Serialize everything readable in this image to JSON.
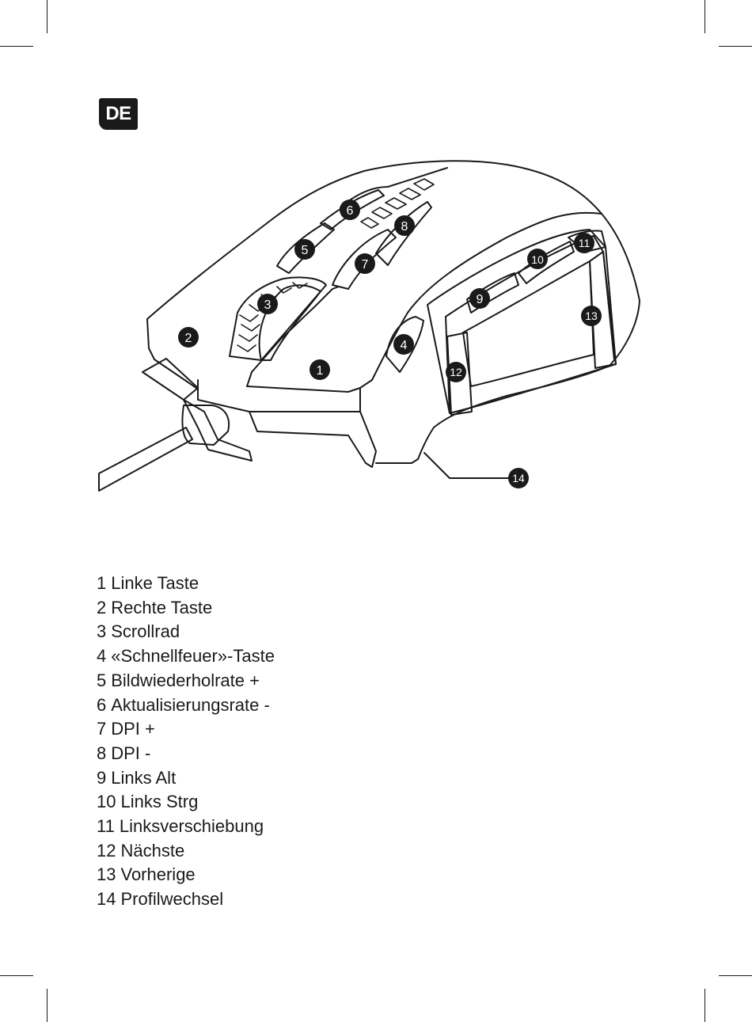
{
  "language_badge": "DE",
  "callouts": [
    "1",
    "2",
    "3",
    "4",
    "5",
    "6",
    "7",
    "8",
    "9",
    "10",
    "11",
    "12",
    "13",
    "14"
  ],
  "legend": [
    {
      "num": "1",
      "label": "Linke Taste"
    },
    {
      "num": "2",
      "label": "Rechte Taste"
    },
    {
      "num": "3",
      "label": "Scrollrad"
    },
    {
      "num": "4",
      "label": "«Schnellfeuer»-Taste"
    },
    {
      "num": "5",
      "label": "Bildwiederholrate +"
    },
    {
      "num": "6",
      "label": "Aktualisierungsrate -"
    },
    {
      "num": "7",
      "label": "DPI +"
    },
    {
      "num": "8",
      "label": "DPI -"
    },
    {
      "num": "9",
      "label": "Links Alt"
    },
    {
      "num": "10",
      "label": "Links Strg"
    },
    {
      "num": "11",
      "label": "Linksverschiebung"
    },
    {
      "num": "12",
      "label": "Nächste"
    },
    {
      "num": "13",
      "label": "Vorherige"
    },
    {
      "num": "14",
      "label": "Profilwechsel"
    }
  ]
}
